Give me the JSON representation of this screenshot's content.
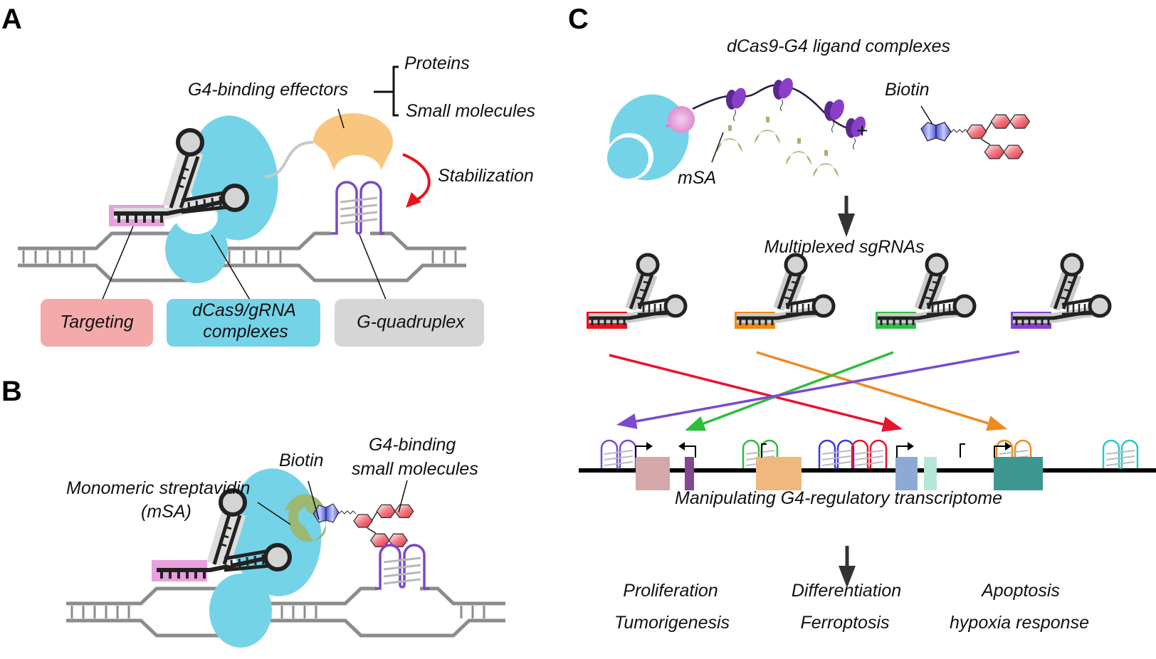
{
  "panels": {
    "A": {
      "letter": "A",
      "effectors_label": "G4-binding effectors",
      "effector_types": [
        "Proteins",
        "Small molecules"
      ],
      "stabilization_label": "Stabilization",
      "boxes": [
        {
          "label_lines": [
            "Targeting"
          ],
          "color": "#f4aaaa"
        },
        {
          "label_lines": [
            "dCas9/gRNA",
            "complexes"
          ],
          "color": "#75d3e8"
        },
        {
          "label_lines": [
            "G-quadruplex"
          ],
          "color": "#d6d6d6"
        }
      ]
    },
    "B": {
      "letter": "B",
      "msa_label_lines": [
        "Monomeric streptavidin",
        "(mSA)"
      ],
      "biotin_label": "Biotin",
      "small_molecules_label_lines": [
        "G4-binding",
        "small molecules"
      ]
    },
    "C": {
      "letter": "C",
      "title": "dCas9-G4 ligand complexes",
      "msa_label": "mSA",
      "plus": "+",
      "biotin_label": "Biotin",
      "multiplexed_label": "Multiplexed sgRNAs",
      "sgrna_colors": [
        "#e8141c",
        "#ef8a10",
        "#2fbe4a",
        "#8a3fd0"
      ],
      "arrow_colors": [
        "#e8142c",
        "#ef8a24",
        "#2fbe3a",
        "#7a4ad0"
      ],
      "g4_colors": [
        "#7a4ad0",
        "#2fbe3a",
        "#3a3ae0",
        "#e8142c",
        "#ef8a24",
        "#2ac8c8"
      ],
      "gene_box_colors": [
        "#d4a8a8",
        "#824890",
        "#f0b87e",
        "#8eaad4",
        "#b4e8d4",
        "#3e9690"
      ],
      "transcriptome_label": "Manipulating G4-regulatory transcriptome",
      "outcomes": [
        [
          "Proliferation",
          "Tumorigenesis"
        ],
        [
          "Differentiation",
          "Ferroptosis"
        ],
        [
          "Apoptosis",
          "hypoxia response"
        ]
      ]
    }
  },
  "colors": {
    "dna": "#8c8c8c",
    "cas9": "#75d3e8",
    "targeting": "#e8a0dc",
    "effector": "#f8c67e",
    "g4_purple": "#7a48c8",
    "stabilization_arrow": "#e8141c",
    "msa_green": "#9cb872",
    "linker_pink": "#e8a8dc",
    "domain_purple": "#8a3fc8",
    "biotin_blue": "#6670e8",
    "ligand_red": "#f0606a",
    "flow_arrow": "#333333"
  }
}
